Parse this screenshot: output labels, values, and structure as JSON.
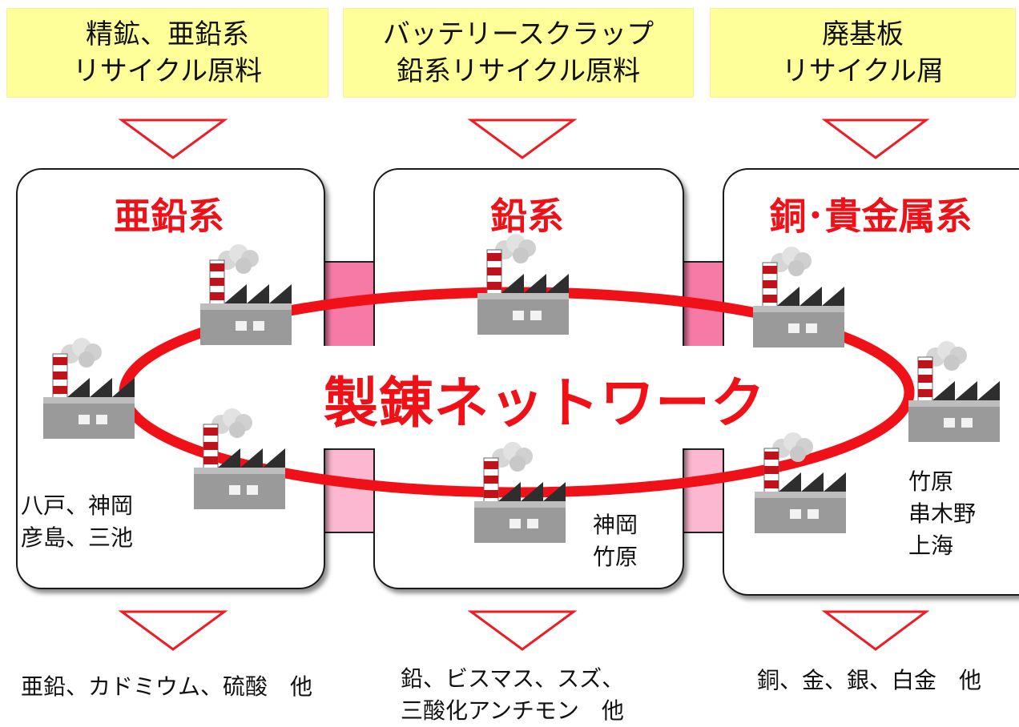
{
  "inputs": [
    {
      "line1": "精鉱、亜鉛系",
      "line2": "リサイクル原料"
    },
    {
      "line1": "バッテリースクラップ",
      "line2": "鉛系リサイクル原料"
    },
    {
      "line1": "廃基板",
      "line2": "リサイクル屑"
    }
  ],
  "groups": [
    {
      "title": "亜鉛系",
      "locations": [
        "八戸、神岡",
        "彦島、三池"
      ],
      "outputs": [
        "亜鉛、カドミウム、硫酸　他"
      ]
    },
    {
      "title": "鉛系",
      "locations": [
        "神岡",
        "竹原"
      ],
      "outputs": [
        "鉛、ビスマス、スズ、",
        "三酸化アンチモン　他"
      ]
    },
    {
      "title": "銅･貴金属系",
      "locations": [
        "竹原",
        "串木野",
        "上海"
      ],
      "outputs": [
        "銅、金、銀、白金　他"
      ]
    }
  ],
  "network_label": "製錬ネットワーク",
  "colors": {
    "accent_red": "#f01018",
    "input_fill": "#ffff99",
    "bridge_pink": "#f67aa6",
    "factory_gray": "#9a9a9a",
    "roof_dark": "#2e2e2e",
    "chimney_red": "#c0121a"
  }
}
